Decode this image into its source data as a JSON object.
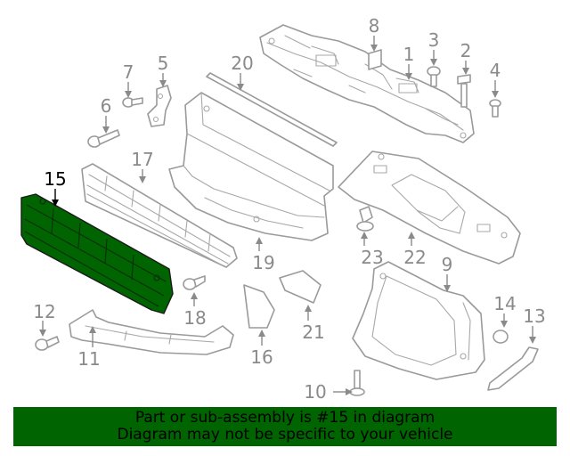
{
  "diagram": {
    "highlighted_part": "15",
    "callouts": [
      "1",
      "2",
      "3",
      "4",
      "5",
      "6",
      "7",
      "8",
      "9",
      "10",
      "11",
      "12",
      "13",
      "14",
      "15",
      "16",
      "17",
      "18",
      "19",
      "20",
      "21",
      "22",
      "23"
    ]
  },
  "banner": {
    "line1": "Part or sub-assembly is #15 in diagram",
    "line2": "Diagram may not be specific to your vehicle",
    "color": "#006400"
  }
}
